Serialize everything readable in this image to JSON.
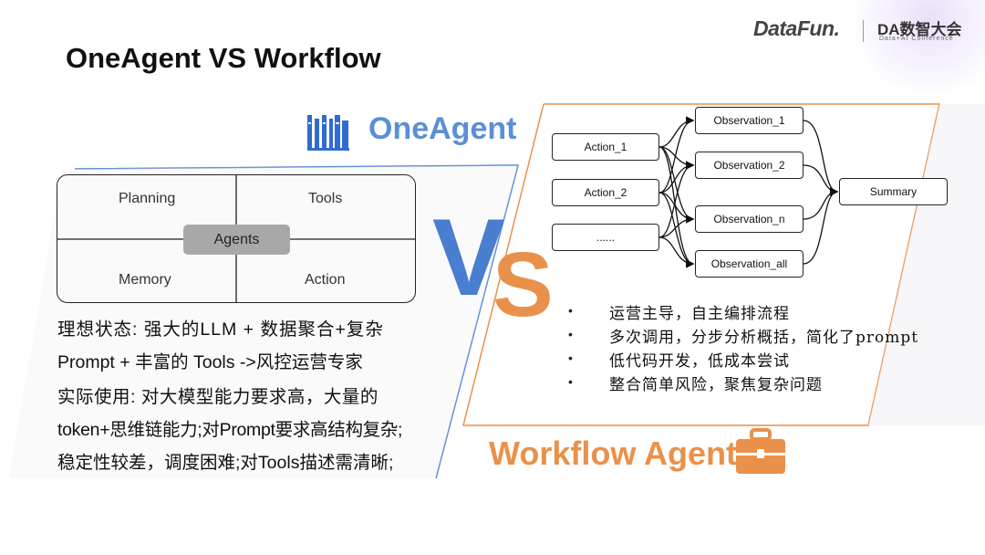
{
  "title": "OneAgent VS Workflow",
  "logos": {
    "datafun": "DataFun.",
    "da": "DA数智大会",
    "da_sub": "Data+AI Conference"
  },
  "vs": {
    "v": "V",
    "s": "S"
  },
  "oneagent": {
    "title": "OneAgent",
    "grid": {
      "top_left": "Planning",
      "top_right": "Tools",
      "center": "Agents",
      "bottom_left": "Memory",
      "bottom_right": "Action"
    },
    "lines": [
      "理想状态: 强大的LLM + 数据聚合+复杂",
      "Prompt + 丰富的 Tools ->风控运营专家",
      "实际使用: 对大模型能力要求高，大量的",
      "token+思维链能力;对Prompt要求高结构复杂;",
      "稳定性较差，调度困难;对Tools描述需清晰;"
    ]
  },
  "workflow": {
    "title": "Workflow Agent",
    "inputs": [
      "Action_1",
      "Action_2",
      "......"
    ],
    "observations": [
      "Observation_1",
      "Observation_2",
      "Observation_n",
      "Observation_all"
    ],
    "summary": "Summary",
    "bullet_mark": "•",
    "bullets": [
      "运营主导，自主编排流程",
      "多次调用，分步分析概括，简化了prompt",
      "低代码开发，低成本尝试",
      "整合简单风险，聚焦复杂问题"
    ]
  },
  "colors": {
    "blue": "#5b8fd6",
    "orange": "#e9914a"
  }
}
